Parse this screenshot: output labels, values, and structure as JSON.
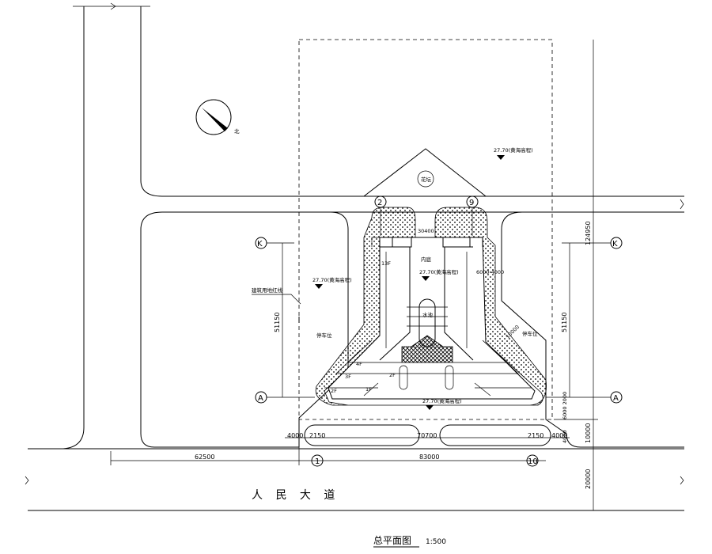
{
  "title": {
    "name": "总平面图",
    "scale": "1:500"
  },
  "road_name": "人 民 大 道",
  "north_label": "北",
  "elevations": [
    "27.70(黄海高程)",
    "27.70(黄海高程)",
    "27.70(黄海高程)",
    "27.70(黄海高程)"
  ],
  "labels": {
    "flower_bed": "花坛",
    "courtyard": "内庭",
    "pool": "水池",
    "parking_left": "停车位",
    "parking_right": "停车位",
    "building_line": "建筑用地红线",
    "floor_13": "13F",
    "floor_4": "4F",
    "floor_3": "3F",
    "floor_2a": "2F",
    "floor_2b": "2F",
    "floor_1": "1F"
  },
  "axes": {
    "a2": "2",
    "a9": "9",
    "k_left": "K",
    "k_right": "K",
    "a_left": "A",
    "a_right": "A",
    "a1": "1",
    "a10": "10"
  },
  "dimensions": {
    "d30400": "30400",
    "d6000_4000": "6000 4000",
    "d10000": "10000",
    "d51150_left": "51150",
    "d51150_right": "51150",
    "d124950": "124950",
    "d6000_2000": "6000 2000",
    "d4000_v": "4000",
    "d10000_v": "10000",
    "d20000": "20000",
    "d4000_left": "4000",
    "d2150_left": "2150",
    "d70700": "70700",
    "d2150_right": "2150",
    "d4000_right": "4000",
    "d62500": "62500",
    "d83000": "83000"
  }
}
